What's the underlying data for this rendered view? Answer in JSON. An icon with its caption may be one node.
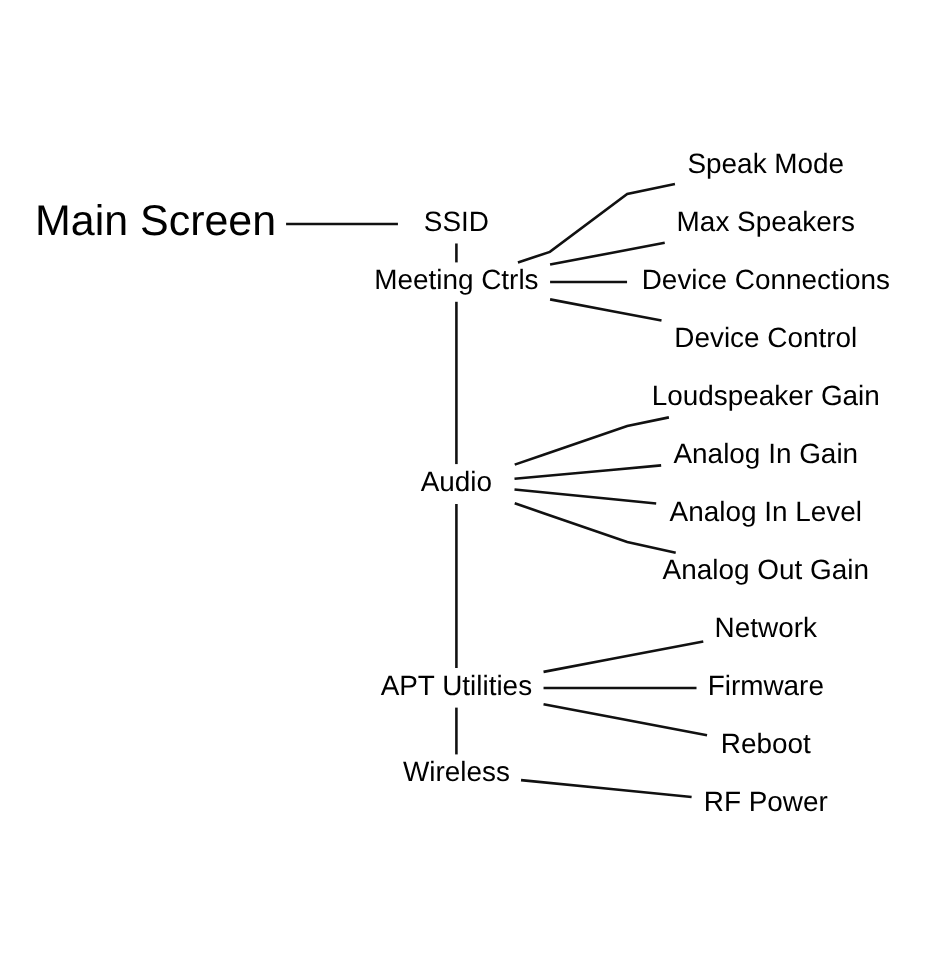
{
  "diagram": {
    "nodes": [
      {
        "text": [
          "Main Screen"
        ]
      },
      {
        "text": [
          "SSID"
        ]
      },
      {
        "text": [
          "Meeting Ctrls"
        ]
      },
      {
        "text": [
          "Speak Mode"
        ]
      },
      {
        "text": [
          "Max Speakers"
        ]
      },
      {
        "text": [
          "Device Connections"
        ]
      },
      {
        "text": [
          "Device Control"
        ]
      },
      {
        "text": [
          "Audio"
        ]
      },
      {
        "text": [
          "Loudspeaker Gain"
        ]
      },
      {
        "text": [
          "Analog In Gain"
        ]
      },
      {
        "text": [
          "Analog In Level"
        ]
      },
      {
        "text": [
          "Analog Out Gain"
        ]
      },
      {
        "text": [
          "APT Utilities"
        ]
      },
      {
        "text": [
          "Network"
        ]
      },
      {
        "text": [
          "Firmware"
        ]
      },
      {
        "text": [
          "Reboot"
        ]
      },
      {
        "text": [
          "Wireless"
        ]
      },
      {
        "text": [
          "RF Power"
        ]
      }
    ],
    "edges": [
      {
        "from": 0,
        "to": 1,
        "arrow": "none"
      },
      {
        "from": 1,
        "to": 2,
        "arrow": "none"
      },
      {
        "from": 2,
        "to": 3,
        "arrow": "none"
      },
      {
        "from": 2,
        "to": 4,
        "arrow": "none"
      },
      {
        "from": 2,
        "to": 5,
        "arrow": "none"
      },
      {
        "from": 2,
        "to": 6,
        "arrow": "none"
      },
      {
        "from": 2,
        "to": 7,
        "arrow": "none"
      },
      {
        "from": 7,
        "to": 8,
        "arrow": "none"
      },
      {
        "from": 7,
        "to": 9,
        "arrow": "none"
      },
      {
        "from": 7,
        "to": 10,
        "arrow": "none"
      },
      {
        "from": 7,
        "to": 11,
        "arrow": "none"
      },
      {
        "from": 7,
        "to": 12,
        "arrow": "none"
      },
      {
        "from": 12,
        "to": 13,
        "arrow": "none"
      },
      {
        "from": 12,
        "to": 14,
        "arrow": "none"
      },
      {
        "from": 12,
        "to": 15,
        "arrow": "none"
      },
      {
        "from": 12,
        "to": 16,
        "arrow": "none"
      },
      {
        "from": 16,
        "to": 17,
        "arrow": "none"
      }
    ]
  }
}
